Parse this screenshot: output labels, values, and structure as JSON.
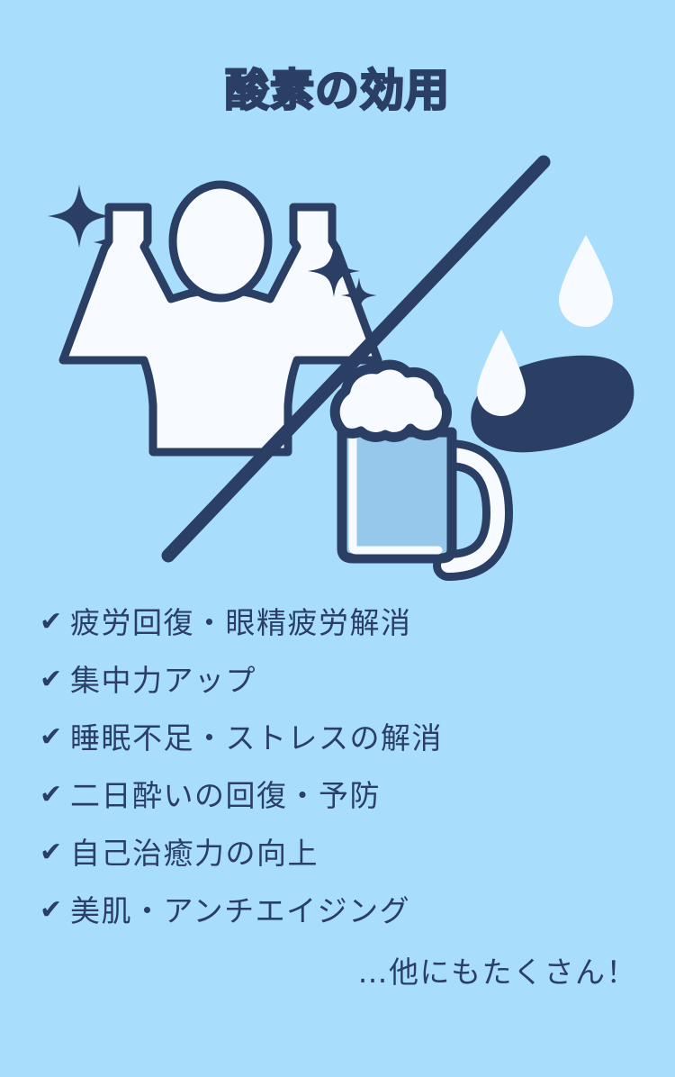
{
  "poster": {
    "title": "酸素の効用",
    "background_color": "#a8ddfc",
    "ink_color": "#2a3f63",
    "fill_color": "#f7fbff",
    "accent_color": "#96c8ec"
  },
  "illustration": {
    "left_scene_name": "energized-person",
    "right_scene_name": "fatigue-and-hangover",
    "divider_name": "diagonal-divider-line",
    "icons": [
      "sparkle-large-left-icon",
      "sparkle-small-left-icon",
      "sparkle-large-right-icon",
      "sparkle-small-right-icon",
      "person-arms-raised-icon",
      "sleep-blob-icon",
      "sweat-drop-large-icon",
      "sweat-drop-small-icon",
      "beer-mug-icon"
    ]
  },
  "benefits": {
    "check_glyph": "✔",
    "items": [
      {
        "label": "疲労回復・眼精疲労解消"
      },
      {
        "label": "集中力アップ"
      },
      {
        "label": "睡眠不足・ストレスの解消"
      },
      {
        "label": "二日酔いの回復・予防"
      },
      {
        "label": "自己治癒力の向上"
      },
      {
        "label": "美肌・アンチエイジング"
      }
    ]
  },
  "footer": {
    "note": "…他にもたくさん！"
  }
}
